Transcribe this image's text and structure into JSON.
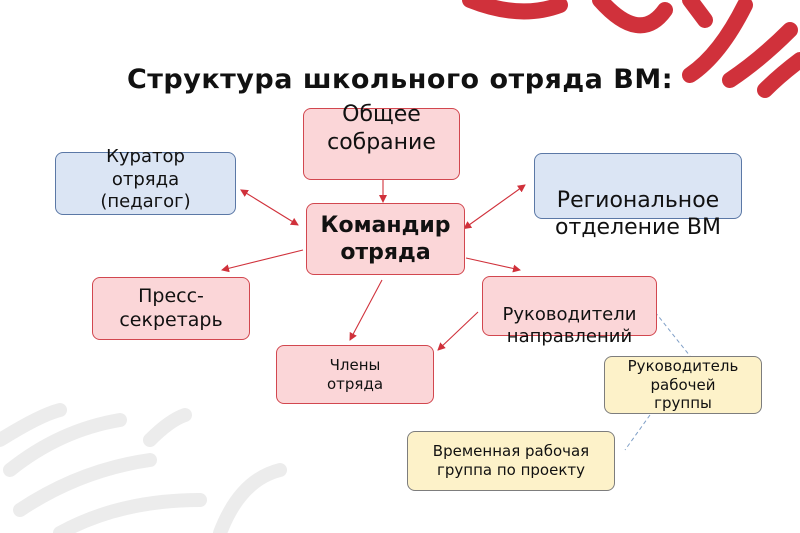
{
  "title": "Структура школьного отряда ВМ:",
  "nodes": {
    "general_meeting": "Общее собрание",
    "commander": "Командир отряда",
    "curator": "Куратор отряда (педагог)",
    "regional": "Региональное отделение ВМ",
    "press": "Пресс-секретарь",
    "directions": "Руководители направлений",
    "members": "Члены отряда",
    "workgroup_leader": "Руководитель рабочей группы",
    "temp_group": "Временная рабочая группа по проекту"
  },
  "colors": {
    "accent_red": "#d0313b",
    "node_pink": "#fbd6d8",
    "node_blue": "#dbe5f4",
    "node_yellow": "#fdf2c9",
    "arrow": "#d0313b",
    "dashed_line": "#7f9fc7"
  }
}
